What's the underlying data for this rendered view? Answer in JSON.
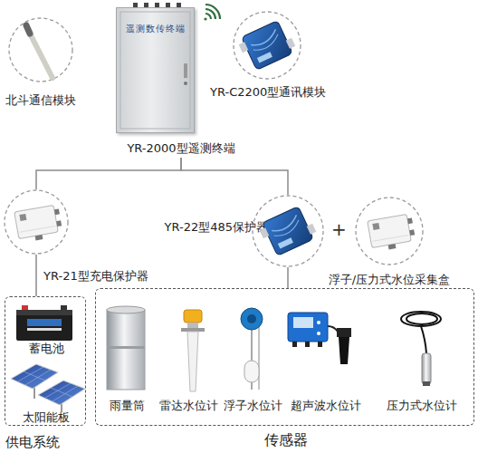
{
  "diagram": {
    "nodes": [
      {
        "text": [
          "北斗通信模块"
        ]
      },
      {
        "text": [
          "遥测数传终端",
          "YR-2000型遥测终端"
        ]
      },
      {
        "text": [
          "YR-C2200型通讯模块"
        ]
      },
      {
        "text": [
          "YR-21型充电保护器"
        ]
      },
      {
        "text": [
          "YR-22型485保护器"
        ]
      },
      {
        "text": [
          "浮子/压力式水位采集盒"
        ]
      },
      {
        "text": [
          "供电系统"
        ]
      },
      {
        "text": [
          "蓄电池"
        ],
        "in": 6
      },
      {
        "text": [
          "太阳能板"
        ],
        "in": 6
      },
      {
        "text": [
          "传感器"
        ]
      },
      {
        "text": [
          "雨量筒"
        ],
        "in": 9
      },
      {
        "text": [
          "雷达水位计"
        ],
        "in": 9
      },
      {
        "text": [
          "浮子水位计"
        ],
        "in": 9
      },
      {
        "text": [
          "超声波水位计"
        ],
        "in": 9
      },
      {
        "text": [
          "压力式水位计"
        ],
        "in": 9
      }
    ],
    "edges": [
      {
        "from": 1,
        "to": 3,
        "arrow": "none"
      },
      {
        "from": 1,
        "to": 4,
        "arrow": "none"
      },
      {
        "from": 3,
        "to": 6,
        "arrow": "none"
      },
      {
        "from": 4,
        "to": 9,
        "arrow": "none"
      }
    ],
    "labels": [
      "+"
    ]
  }
}
